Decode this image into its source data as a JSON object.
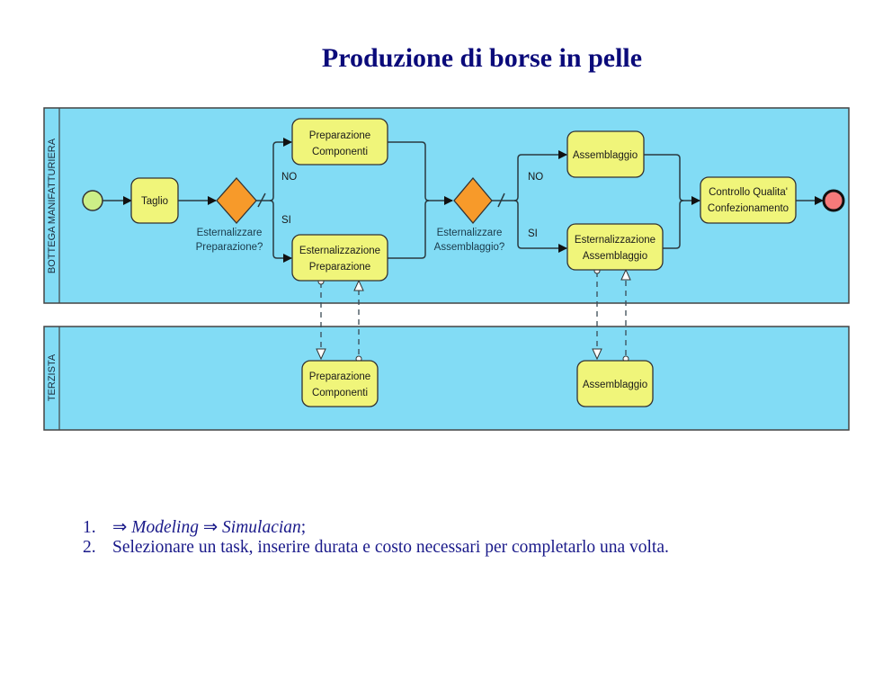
{
  "title": "Produzione di borse in pelle",
  "diagram": {
    "lanes": [
      {
        "label": "BOTTEGA MANIFATTURIERA"
      },
      {
        "label": "TERZISTA"
      }
    ],
    "tasks": {
      "taglio": [
        "Taglio"
      ],
      "prep_componenti": [
        "Preparazione",
        "Componenti"
      ],
      "est_preparazione": [
        "Esternalizzazione",
        "Preparazione"
      ],
      "assemblaggio": [
        "Assemblaggio"
      ],
      "est_assemblaggio": [
        "Esternalizzazione",
        "Assemblaggio"
      ],
      "controllo": [
        "Controllo Qualita'",
        "Confezionamento"
      ],
      "terz_prep": [
        "Preparazione",
        "Componenti"
      ],
      "terz_assemblaggio": [
        "Assemblaggio"
      ]
    },
    "gateways": {
      "g1": [
        "Esternalizzare",
        "Preparazione?"
      ],
      "g2": [
        "Esternalizzare",
        "Assemblaggio?"
      ]
    },
    "flow_labels": {
      "g1_no": "NO",
      "g1_si": "SI",
      "g2_no": "NO",
      "g2_si": "SI"
    },
    "colors": {
      "lane_fill": "#82dcf5",
      "task_fill": "#f0f57a",
      "gateway_fill": "#f79a2a",
      "start_fill": "#cdef87",
      "end_fill": "#f57a7a",
      "stroke": "#333333"
    }
  },
  "steps": [
    {
      "num": "1.",
      "parts": [
        {
          "text": "⇒ ",
          "italic": false
        },
        {
          "text": "Modeling",
          "italic": true
        },
        {
          "text": " ⇒ ",
          "italic": false
        },
        {
          "text": "Simulacian",
          "italic": true
        },
        {
          "text": ";",
          "italic": false
        }
      ]
    },
    {
      "num": "2.",
      "parts": [
        {
          "text": "Selezionare un task, inserire durata e costo necessari per completarlo una volta.",
          "italic": false
        }
      ]
    }
  ]
}
